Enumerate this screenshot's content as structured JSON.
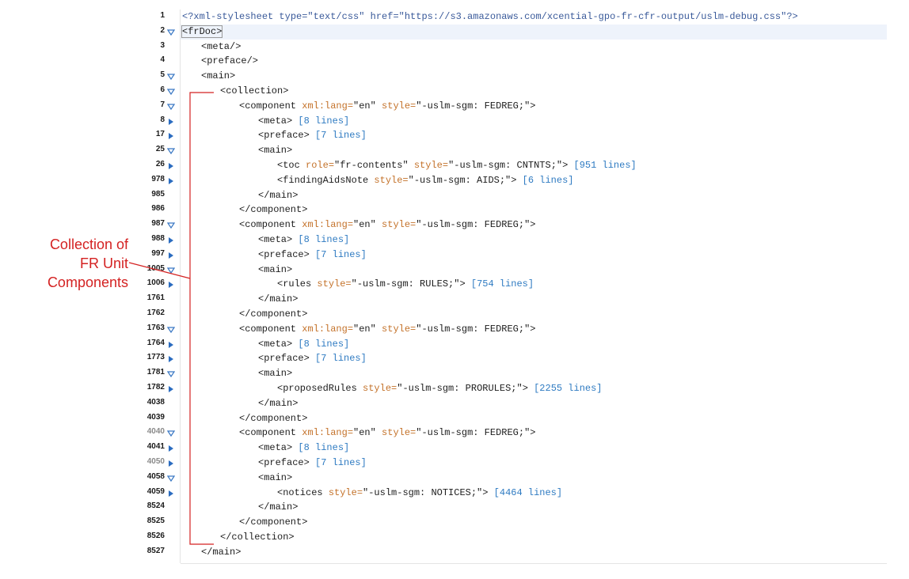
{
  "annotation": {
    "lines": [
      "Collection of",
      "FR Unit",
      "Components"
    ],
    "color": "#d42222"
  },
  "editor": {
    "lines": [
      {
        "num": "1",
        "fold": "none",
        "indent": 0,
        "segs": [
          {
            "t": "<?xml-stylesheet type=\"text/css\" href=\"https://s3.amazonaws.com/xcential-gpo-fr-cfr-output/uslm-debug.css\"?>",
            "c": "pi"
          }
        ]
      },
      {
        "num": "2",
        "fold": "expanded",
        "indent": 0,
        "current": true,
        "segs": [
          {
            "t": "<frDoc>",
            "c": "tag cursor-box"
          }
        ]
      },
      {
        "num": "3",
        "fold": "none",
        "indent": 1,
        "segs": [
          {
            "t": "<meta/>",
            "c": "tag"
          }
        ]
      },
      {
        "num": "4",
        "fold": "none",
        "indent": 1,
        "segs": [
          {
            "t": "<preface/>",
            "c": "tag"
          }
        ]
      },
      {
        "num": "5",
        "fold": "expanded",
        "indent": 1,
        "segs": [
          {
            "t": "<main>",
            "c": "tag"
          }
        ]
      },
      {
        "num": "6",
        "fold": "expanded",
        "indent": 2,
        "segs": [
          {
            "t": "<collection>",
            "c": "tag"
          }
        ]
      },
      {
        "num": "7",
        "fold": "expanded",
        "indent": 3,
        "segs": [
          {
            "t": "<component ",
            "c": "tag"
          },
          {
            "t": "xml:lang=",
            "c": "attr"
          },
          {
            "t": "\"en\" ",
            "c": "val"
          },
          {
            "t": "style=",
            "c": "attr"
          },
          {
            "t": "\"-uslm-sgm: FEDREG;\"",
            "c": "val"
          },
          {
            "t": ">",
            "c": "tag"
          }
        ]
      },
      {
        "num": "8",
        "fold": "collapsed",
        "indent": 4,
        "segs": [
          {
            "t": "<meta> ",
            "c": "tag"
          },
          {
            "t": "[8 lines]",
            "c": "collapsed"
          }
        ]
      },
      {
        "num": "17",
        "fold": "collapsed",
        "indent": 4,
        "segs": [
          {
            "t": "<preface> ",
            "c": "tag"
          },
          {
            "t": "[7 lines]",
            "c": "collapsed"
          }
        ]
      },
      {
        "num": "25",
        "fold": "expanded",
        "indent": 4,
        "segs": [
          {
            "t": "<main>",
            "c": "tag"
          }
        ]
      },
      {
        "num": "26",
        "fold": "collapsed",
        "indent": 5,
        "segs": [
          {
            "t": "<toc ",
            "c": "tag"
          },
          {
            "t": "role=",
            "c": "attr"
          },
          {
            "t": "\"fr-contents\" ",
            "c": "val"
          },
          {
            "t": "style=",
            "c": "attr"
          },
          {
            "t": "\"-uslm-sgm: CNTNTS;\"",
            "c": "val"
          },
          {
            "t": "> ",
            "c": "tag"
          },
          {
            "t": "[951 lines]",
            "c": "collapsed"
          }
        ]
      },
      {
        "num": "978",
        "fold": "collapsed",
        "indent": 5,
        "segs": [
          {
            "t": "<findingAidsNote ",
            "c": "tag"
          },
          {
            "t": "style=",
            "c": "attr"
          },
          {
            "t": "\"-uslm-sgm: AIDS;\"",
            "c": "val"
          },
          {
            "t": "> ",
            "c": "tag"
          },
          {
            "t": "[6 lines]",
            "c": "collapsed"
          }
        ]
      },
      {
        "num": "985",
        "fold": "none",
        "indent": 4,
        "segs": [
          {
            "t": "</main>",
            "c": "tag"
          }
        ]
      },
      {
        "num": "986",
        "fold": "none",
        "indent": 3,
        "segs": [
          {
            "t": "</component>",
            "c": "tag"
          }
        ]
      },
      {
        "num": "987",
        "fold": "expanded",
        "indent": 3,
        "segs": [
          {
            "t": "<component ",
            "c": "tag"
          },
          {
            "t": "xml:lang=",
            "c": "attr"
          },
          {
            "t": "\"en\" ",
            "c": "val"
          },
          {
            "t": "style=",
            "c": "attr"
          },
          {
            "t": "\"-uslm-sgm: FEDREG;\"",
            "c": "val"
          },
          {
            "t": ">",
            "c": "tag"
          }
        ]
      },
      {
        "num": "988",
        "fold": "collapsed",
        "indent": 4,
        "segs": [
          {
            "t": "<meta> ",
            "c": "tag"
          },
          {
            "t": "[8 lines]",
            "c": "collapsed"
          }
        ]
      },
      {
        "num": "997",
        "fold": "collapsed",
        "indent": 4,
        "segs": [
          {
            "t": "<preface> ",
            "c": "tag"
          },
          {
            "t": "[7 lines]",
            "c": "collapsed"
          }
        ]
      },
      {
        "num": "1005",
        "fold": "expanded",
        "indent": 4,
        "segs": [
          {
            "t": "<main>",
            "c": "tag"
          }
        ]
      },
      {
        "num": "1006",
        "fold": "collapsed",
        "indent": 5,
        "segs": [
          {
            "t": "<rules ",
            "c": "tag"
          },
          {
            "t": "style=",
            "c": "attr"
          },
          {
            "t": "\"-uslm-sgm: RULES;\"",
            "c": "val"
          },
          {
            "t": "> ",
            "c": "tag"
          },
          {
            "t": "[754 lines]",
            "c": "collapsed"
          }
        ]
      },
      {
        "num": "1761",
        "fold": "none",
        "indent": 4,
        "segs": [
          {
            "t": "</main>",
            "c": "tag"
          }
        ]
      },
      {
        "num": "1762",
        "fold": "none",
        "indent": 3,
        "segs": [
          {
            "t": "</component>",
            "c": "tag"
          }
        ]
      },
      {
        "num": "1763",
        "fold": "expanded",
        "indent": 3,
        "segs": [
          {
            "t": "<component ",
            "c": "tag"
          },
          {
            "t": "xml:lang=",
            "c": "attr"
          },
          {
            "t": "\"en\" ",
            "c": "val"
          },
          {
            "t": "style=",
            "c": "attr"
          },
          {
            "t": "\"-uslm-sgm: FEDREG;\"",
            "c": "val"
          },
          {
            "t": ">",
            "c": "tag"
          }
        ]
      },
      {
        "num": "1764",
        "fold": "collapsed",
        "indent": 4,
        "segs": [
          {
            "t": "<meta> ",
            "c": "tag"
          },
          {
            "t": "[8 lines]",
            "c": "collapsed"
          }
        ]
      },
      {
        "num": "1773",
        "fold": "collapsed",
        "indent": 4,
        "segs": [
          {
            "t": "<preface> ",
            "c": "tag"
          },
          {
            "t": "[7 lines]",
            "c": "collapsed"
          }
        ]
      },
      {
        "num": "1781",
        "fold": "expanded",
        "indent": 4,
        "segs": [
          {
            "t": "<main>",
            "c": "tag"
          }
        ]
      },
      {
        "num": "1782",
        "fold": "collapsed",
        "indent": 5,
        "segs": [
          {
            "t": "<proposedRules ",
            "c": "tag"
          },
          {
            "t": "style=",
            "c": "attr"
          },
          {
            "t": "\"-uslm-sgm: PRORULES;\"",
            "c": "val"
          },
          {
            "t": "> ",
            "c": "tag"
          },
          {
            "t": "[2255 lines]",
            "c": "collapsed"
          }
        ]
      },
      {
        "num": "4038",
        "fold": "none",
        "indent": 4,
        "segs": [
          {
            "t": "</main>",
            "c": "tag"
          }
        ]
      },
      {
        "num": "4039",
        "fold": "none",
        "indent": 3,
        "segs": [
          {
            "t": "</component>",
            "c": "tag"
          }
        ]
      },
      {
        "num": "4040",
        "fold": "expanded",
        "indent": 3,
        "dim": true,
        "segs": [
          {
            "t": "<component ",
            "c": "tag"
          },
          {
            "t": "xml:lang=",
            "c": "attr"
          },
          {
            "t": "\"en\" ",
            "c": "val"
          },
          {
            "t": "style=",
            "c": "attr"
          },
          {
            "t": "\"-uslm-sgm: FEDREG;\"",
            "c": "val"
          },
          {
            "t": ">",
            "c": "tag"
          }
        ]
      },
      {
        "num": "4041",
        "fold": "collapsed",
        "indent": 4,
        "segs": [
          {
            "t": "<meta> ",
            "c": "tag"
          },
          {
            "t": "[8 lines]",
            "c": "collapsed"
          }
        ]
      },
      {
        "num": "4050",
        "fold": "collapsed",
        "indent": 4,
        "dim": true,
        "segs": [
          {
            "t": "<preface> ",
            "c": "tag"
          },
          {
            "t": "[7 lines]",
            "c": "collapsed"
          }
        ]
      },
      {
        "num": "4058",
        "fold": "expanded",
        "indent": 4,
        "segs": [
          {
            "t": "<main>",
            "c": "tag"
          }
        ]
      },
      {
        "num": "4059",
        "fold": "collapsed",
        "indent": 5,
        "segs": [
          {
            "t": "<notices ",
            "c": "tag"
          },
          {
            "t": "style=",
            "c": "attr"
          },
          {
            "t": "\"-uslm-sgm: NOTICES;\"",
            "c": "val"
          },
          {
            "t": "> ",
            "c": "tag"
          },
          {
            "t": "[4464 lines]",
            "c": "collapsed"
          }
        ]
      },
      {
        "num": "8524",
        "fold": "none",
        "indent": 4,
        "segs": [
          {
            "t": "</main>",
            "c": "tag"
          }
        ]
      },
      {
        "num": "8525",
        "fold": "none",
        "indent": 3,
        "segs": [
          {
            "t": "</component>",
            "c": "tag"
          }
        ]
      },
      {
        "num": "8526",
        "fold": "none",
        "indent": 2,
        "segs": [
          {
            "t": "</collection>",
            "c": "tag"
          }
        ]
      },
      {
        "num": "8527",
        "fold": "none",
        "indent": 1,
        "segs": [
          {
            "t": "</main>",
            "c": "tag"
          }
        ]
      }
    ]
  }
}
